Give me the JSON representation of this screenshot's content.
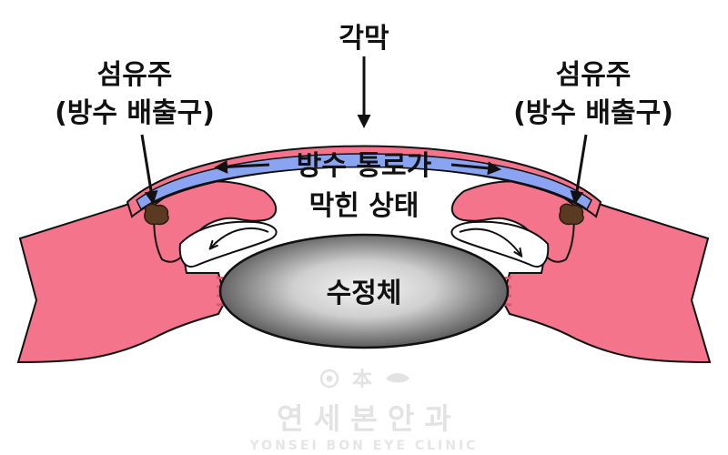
{
  "labels": {
    "cornea": "각막",
    "trabecular_left_line1": "섬유주",
    "trabecular_left_line2": "(방수 배출구)",
    "trabecular_right_line1": "섬유주",
    "trabecular_right_line2": "(방수 배출구)",
    "blocked_line1": "방수 통로가",
    "blocked_line2": "막힌 상태",
    "lens": "수정체"
  },
  "watermark": {
    "emblem_char": "本",
    "name": "연 세 본 안 과",
    "name_en": "YONSEI BON EYE CLINIC"
  },
  "colors": {
    "tissue_pink": "#f4748c",
    "cornea_blue": "#8aa4f2",
    "deposit_brown": "#5a3a20",
    "lens_dark": "#5a5a5a",
    "lens_light": "#f2f2f2",
    "outline": "#111111"
  }
}
